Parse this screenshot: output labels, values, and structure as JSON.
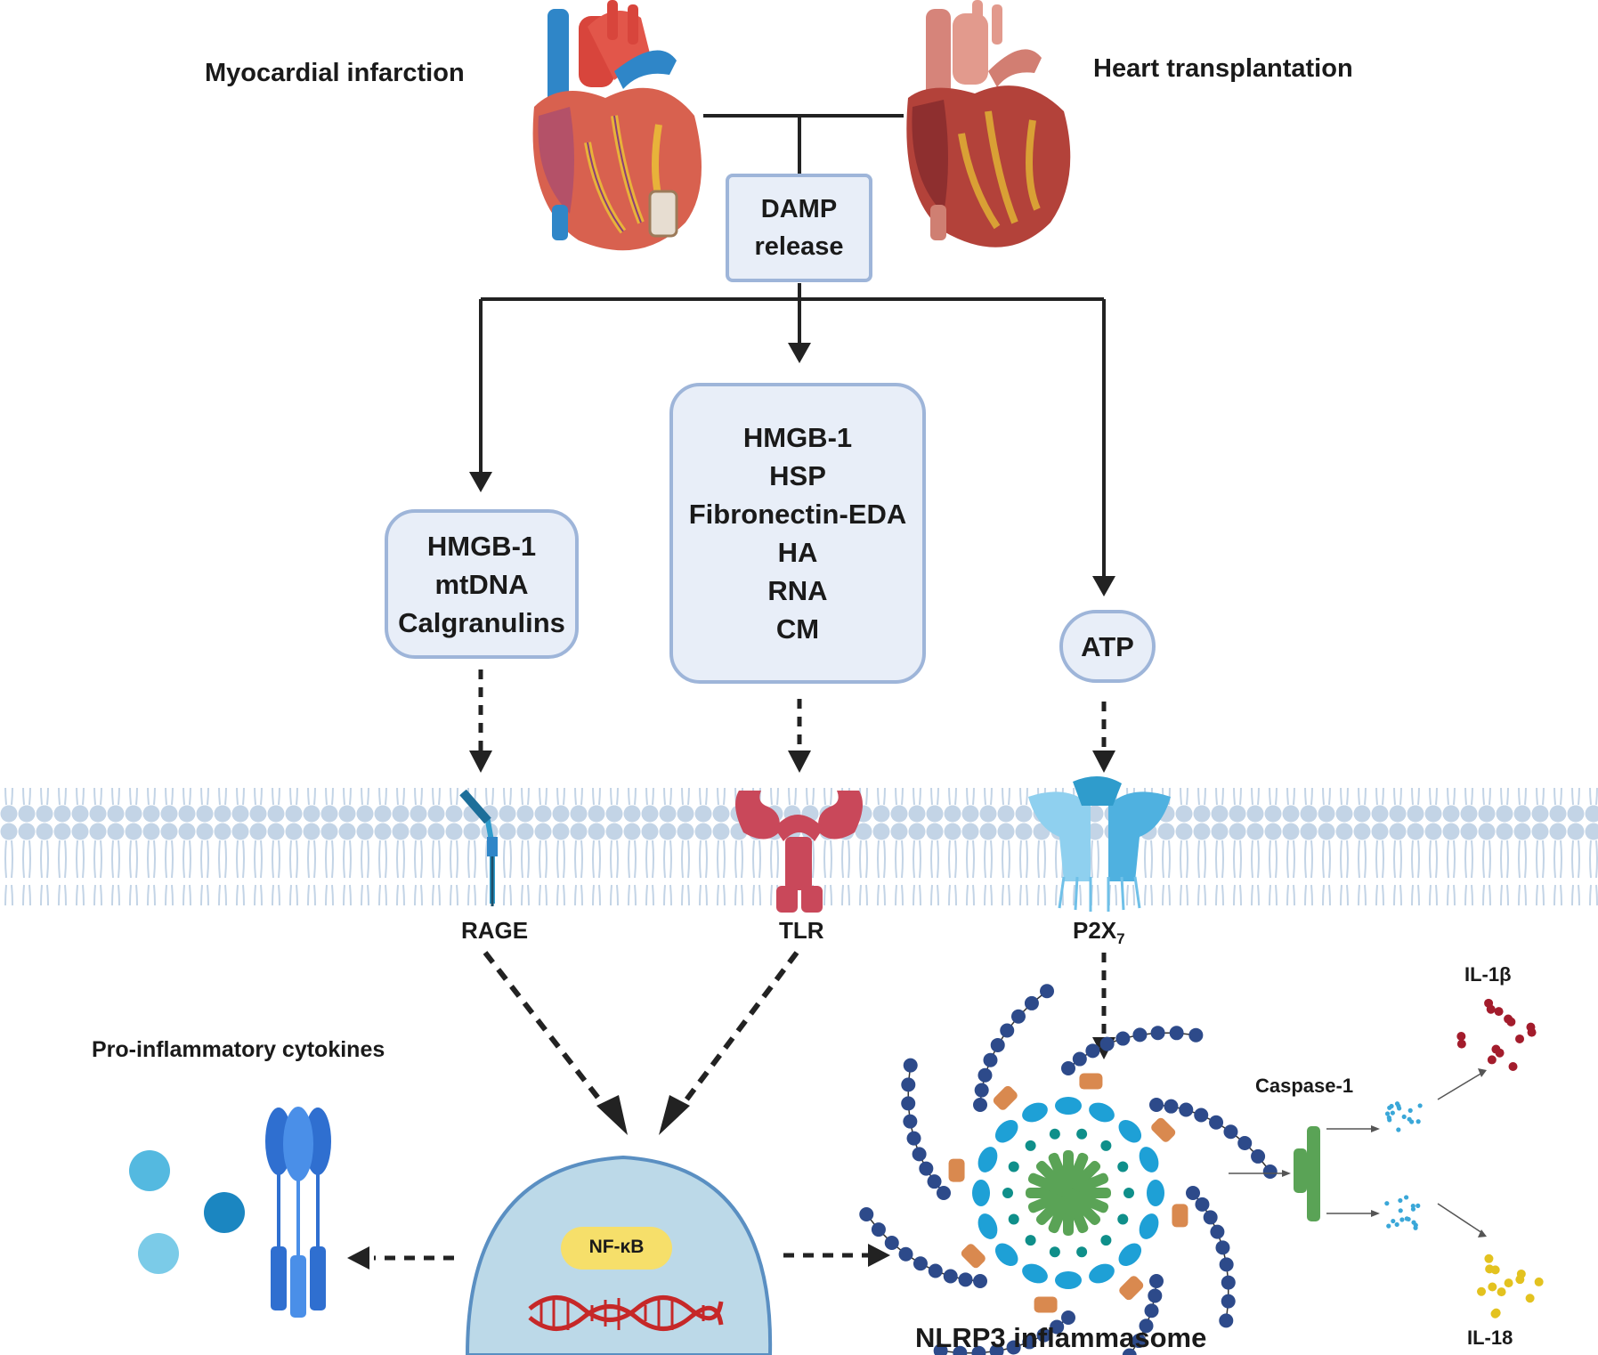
{
  "origins": {
    "left": "Myocardial infarction",
    "right": "Heart transplantation"
  },
  "hub": [
    "DAMP",
    "release"
  ],
  "damp_groups": {
    "rage_ligands": [
      "HMGB-1",
      "mtDNA",
      "Calgranulins"
    ],
    "tlr_ligands": [
      "HMGB-1",
      "HSP",
      "Fibronectin-EDA",
      "HA",
      "RNA",
      "CM"
    ],
    "p2x7_ligand": "ATP"
  },
  "receptors": {
    "rage": "RAGE",
    "tlr": "TLR",
    "p2x7": "P2X",
    "p2x7_subscript": "7"
  },
  "outputs": {
    "cytokines": "Pro-inflammatory cytokines",
    "nfkb": "NF-κB",
    "inflammasome": "NLRP3 inflammasome",
    "caspase": "Caspase-1",
    "il1b": "IL-1β",
    "il18": "IL-18"
  },
  "colors": {
    "membrane": "#c3d4e6",
    "box_fill": "#e8eef8",
    "box_border": "#9eb5d9",
    "nucleus": "#bcd9e8",
    "nfkb_badge": "#f6df6a",
    "tlr": "#c9485a",
    "p2x7": "#6fc0e8",
    "rage": "#2f9ccc",
    "caspase": "#5aa356",
    "il1b_dots": "#a31c2c",
    "il18_dots": "#e3c21f"
  },
  "icons": [
    "heart-infarction-icon",
    "heart-transplant-icon",
    "rage-receptor-icon",
    "tlr-receptor-icon",
    "p2x7-receptor-icon",
    "cytokine-receptor-icon",
    "dna-helix-icon",
    "nlrp3-inflammasome-icon",
    "caspase-1-icon"
  ]
}
